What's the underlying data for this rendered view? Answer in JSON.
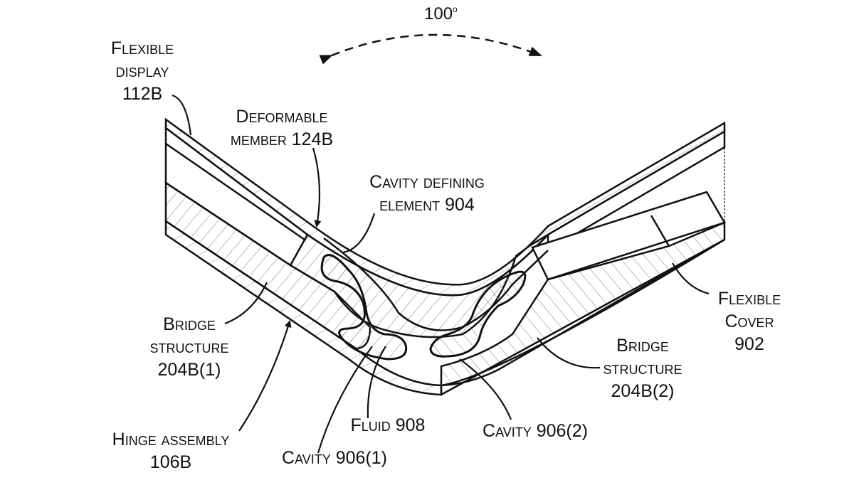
{
  "figure": {
    "angle_label": "100",
    "angle_unit": "o",
    "labels": {
      "flexible_display": [
        "Flexible",
        "display",
        "112B"
      ],
      "deformable_member": [
        "Deformable",
        "member 124B"
      ],
      "cavity_defining_element": [
        "Cavity defining",
        "element 904"
      ],
      "bridge_structure_1": [
        "Bridge",
        "structure",
        "204B(1)"
      ],
      "bridge_structure_2": [
        "Bridge",
        "structure",
        "204B(2)"
      ],
      "flexible_cover": [
        "Flexible",
        "Cover",
        "902"
      ],
      "hinge_assembly": [
        "Hinge assembly",
        "106B"
      ],
      "fluid": [
        "Fluid 908"
      ],
      "cavity_1": [
        "Cavity 906(1)"
      ],
      "cavity_2": [
        "Cavity 906(2)"
      ]
    },
    "colors": {
      "line": "#111111",
      "hatch": "#777777",
      "background": "#ffffff"
    }
  }
}
